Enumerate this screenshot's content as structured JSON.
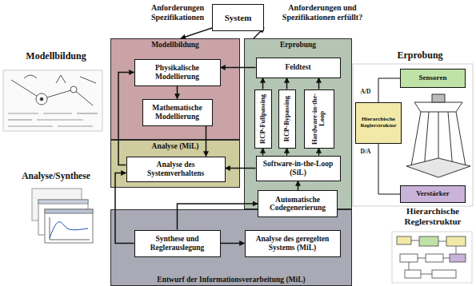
{
  "diagram": {
    "nodes": [
      {
        "text": [
          "System"
        ]
      },
      {
        "text": [
          "Modellbildung"
        ]
      },
      {
        "text": [
          "Physikalische Modellierung"
        ],
        "in": 1
      },
      {
        "text": [
          "Mathematische Modellierung"
        ],
        "in": 1
      },
      {
        "text": [
          "Analyse (MiL)"
        ]
      },
      {
        "text": [
          "Analyse des Systemverhaltens"
        ],
        "in": 4
      },
      {
        "text": [
          "Erprobung"
        ]
      },
      {
        "text": [
          "Feldtest"
        ],
        "in": 6
      },
      {
        "text": [
          "RCP-Fullpassing"
        ],
        "in": 6
      },
      {
        "text": [
          "RCP-Bypassing"
        ],
        "in": 6
      },
      {
        "text": [
          "Hardware-in-the-Loop"
        ],
        "in": 6
      },
      {
        "text": [
          "Software-in-the-Loop (SiL)"
        ],
        "in": 6
      },
      {
        "text": [
          "Entwurf der Informationsverarbeitung (MiL)"
        ]
      },
      {
        "text": [
          "Automatische Codegenerierung"
        ]
      },
      {
        "text": [
          "Synthese und Reglerauslegung"
        ],
        "in": 12
      },
      {
        "text": [
          "Analyse des geregelten Systems (MiL)"
        ],
        "in": 12
      },
      {
        "text": [
          "Hierarchische Reglerstruktur"
        ]
      },
      {
        "text": [
          "Sensoren"
        ]
      },
      {
        "text": [
          "Verstärker"
        ]
      }
    ],
    "edges": [
      {
        "from": 0,
        "to": 1,
        "arrow": "to"
      },
      {
        "from": 6,
        "to": 0,
        "arrow": "to"
      },
      {
        "from": 2,
        "to": 3,
        "arrow": "to"
      },
      {
        "from": 3,
        "to": 5,
        "arrow": "to"
      },
      {
        "from": 7,
        "to": 2,
        "arrow": "to"
      },
      {
        "from": 5,
        "to": 2,
        "arrow": "to"
      },
      {
        "from": 8,
        "to": 7,
        "arrow": "to"
      },
      {
        "from": 9,
        "to": 7,
        "arrow": "to"
      },
      {
        "from": 10,
        "to": 7,
        "arrow": "to"
      },
      {
        "from": 11,
        "to": 8,
        "arrow": "to"
      },
      {
        "from": 11,
        "to": 9,
        "arrow": "to"
      },
      {
        "from": 11,
        "to": 10,
        "arrow": "to"
      },
      {
        "from": 11,
        "to": 5,
        "arrow": "to"
      },
      {
        "from": 13,
        "to": 11,
        "arrow": "to"
      },
      {
        "from": 14,
        "to": 15,
        "arrow": "to"
      },
      {
        "from": 14,
        "to": 13,
        "arrow": "to"
      },
      {
        "from": 14,
        "to": 5,
        "arrow": "to"
      },
      {
        "from": 17,
        "to": 16,
        "arrow": "none"
      },
      {
        "from": 16,
        "to": 18,
        "arrow": "none"
      }
    ],
    "labels": [
      "Anforderungen Spezifikationen",
      "Anforderungen und Spezifikationen erfüllt?",
      "Modellbildung",
      "Analyse/Synthese",
      "Erprobung",
      "Hierarchische Reglerstruktur",
      "A/D",
      "D/A"
    ]
  }
}
